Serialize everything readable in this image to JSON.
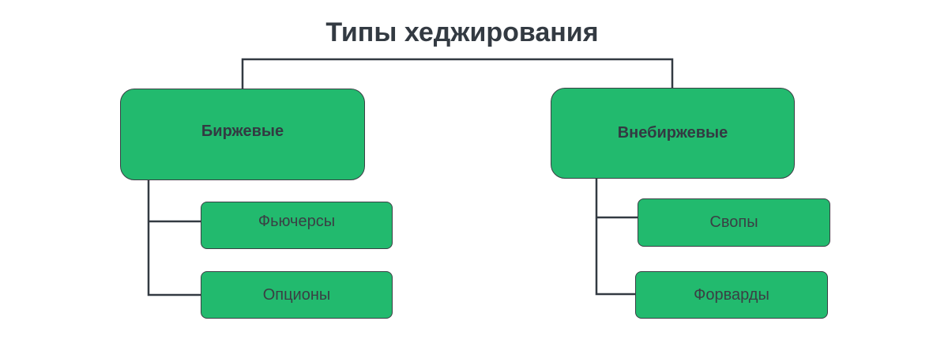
{
  "title": "Типы хеджирования",
  "colors": {
    "box_fill": "#22ba6e",
    "line": "#333a42"
  },
  "branches": [
    {
      "label": "Биржевые",
      "children": [
        "Фьючерсы",
        "Опционы"
      ]
    },
    {
      "label": "Внебиржевые",
      "children": [
        "Свопы",
        "Форварды"
      ]
    }
  ]
}
